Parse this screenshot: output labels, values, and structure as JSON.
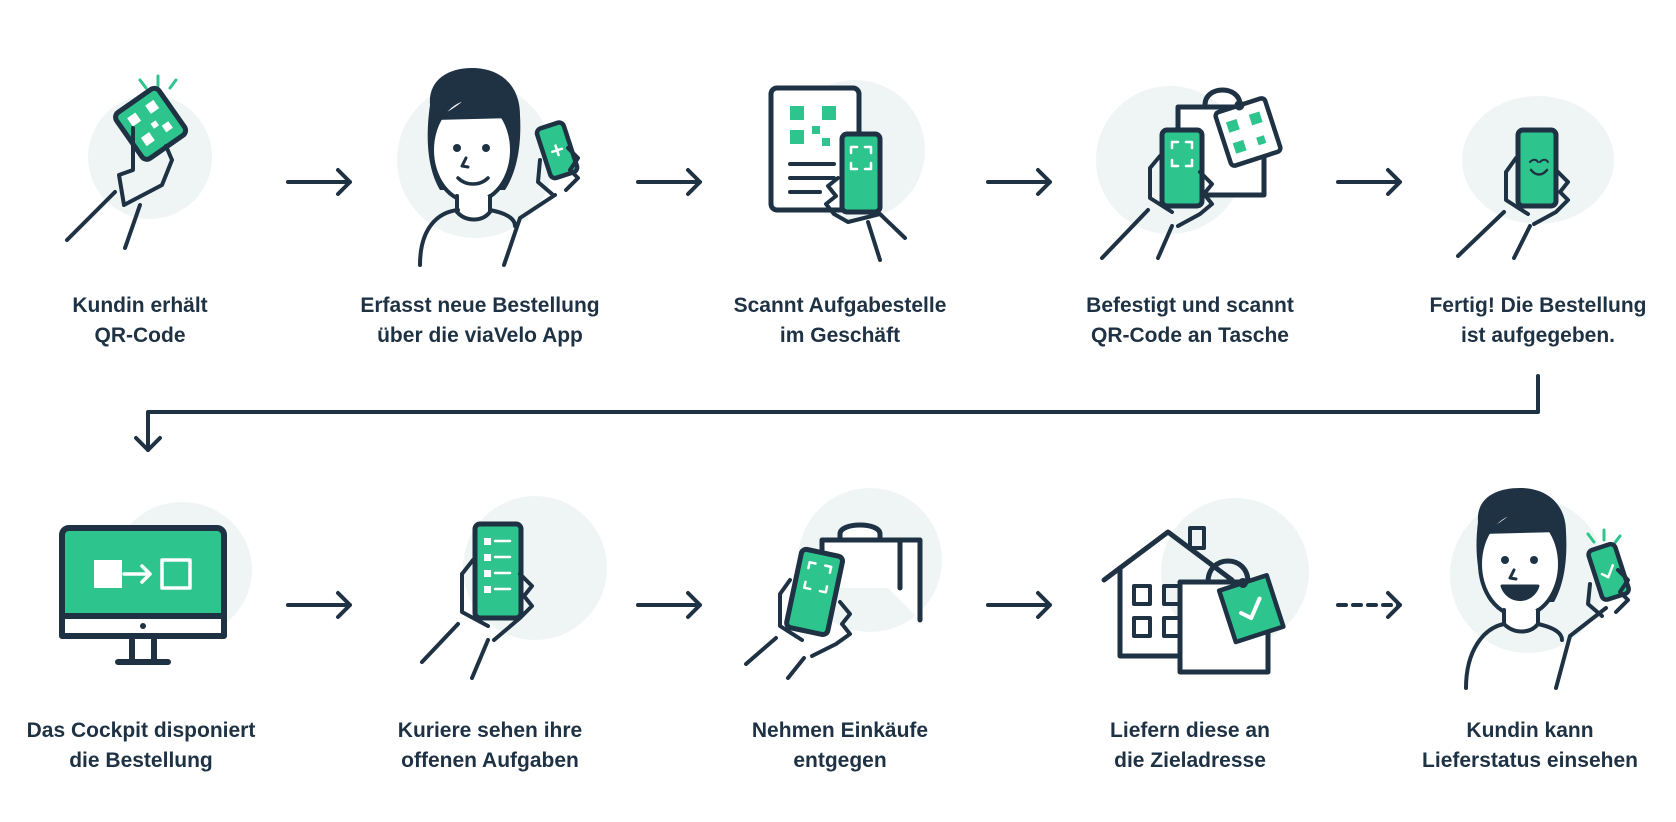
{
  "colors": {
    "ink": "#1e3244",
    "accent": "#2ec48d",
    "blob": "#eef5f4",
    "background": "#ffffff"
  },
  "steps": [
    {
      "line1": "Kundin erhält",
      "line2": "QR-Code",
      "icon": "hand-phone-qr-icon"
    },
    {
      "line1": "Erfasst neue Bestellung",
      "line2": "über die viaVelo App",
      "icon": "person-phone-icon"
    },
    {
      "line1": "Scannt Aufgabestelle",
      "line2": "im Geschäft",
      "icon": "scan-document-icon"
    },
    {
      "line1": "Befestigt und scannt",
      "line2": "QR-Code an Tasche",
      "icon": "scan-bag-tag-icon"
    },
    {
      "line1": "Fertig! Die Bestellung",
      "line2": "ist aufgegeben.",
      "icon": "happy-phone-icon"
    },
    {
      "line1": "Das Cockpit disponiert",
      "line2": "die Bestellung",
      "icon": "monitor-cockpit-icon"
    },
    {
      "line1": "Kuriere sehen ihre",
      "line2": "offenen Aufgaben",
      "icon": "task-list-phone-icon"
    },
    {
      "line1": "Nehmen Einkäufe",
      "line2": "entgegen",
      "icon": "scan-shopping-bag-icon"
    },
    {
      "line1": "Liefern diese an",
      "line2": "die Zieladresse",
      "icon": "house-delivery-icon"
    },
    {
      "line1": "Kundin kann",
      "line2": "Lieferstatus einsehen",
      "icon": "person-status-icon"
    }
  ]
}
